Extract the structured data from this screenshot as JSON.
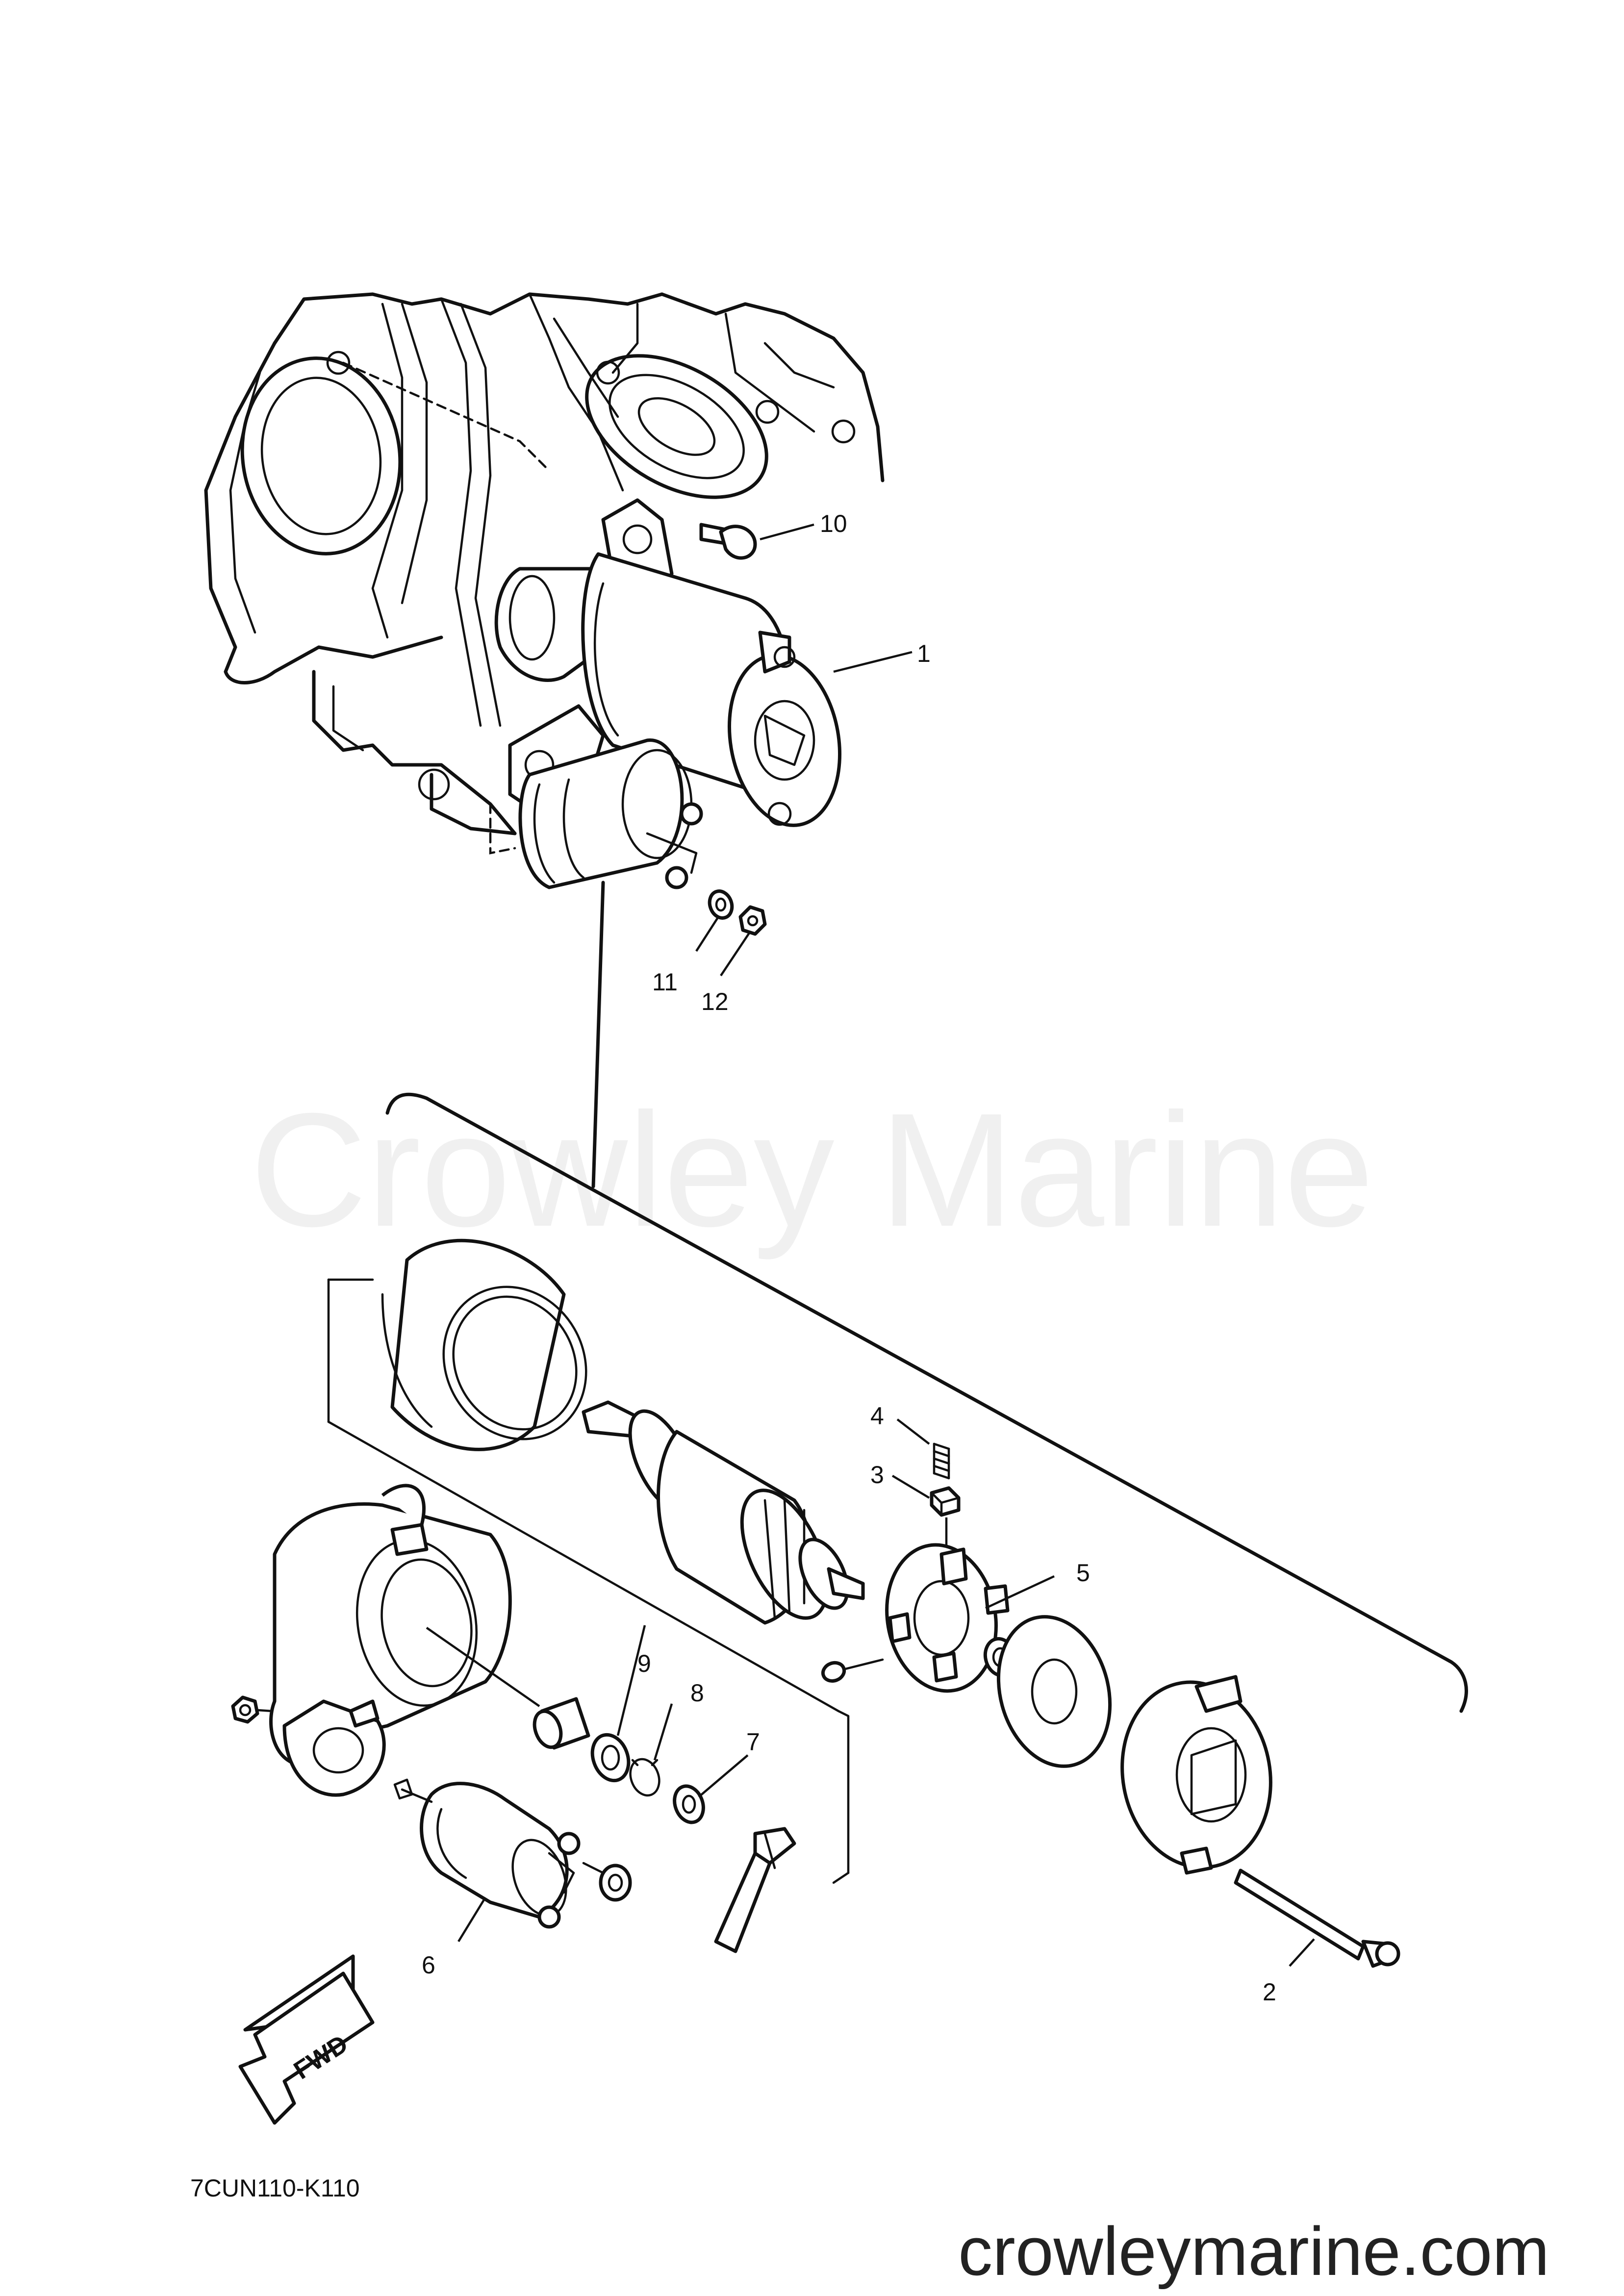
{
  "diagram": {
    "drawing_code": "7CUN110-K110",
    "direction_label": "FWD",
    "watermark": "Crowley Marine",
    "website": "crowleymarine.com",
    "callouts": [
      {
        "id": "10",
        "part": "bolt"
      },
      {
        "id": "1",
        "part": "starter-motor"
      },
      {
        "id": "11",
        "part": "lock-washer"
      },
      {
        "id": "12",
        "part": "nut"
      },
      {
        "id": "4",
        "part": "brush-spring"
      },
      {
        "id": "3",
        "part": "brush"
      },
      {
        "id": "5",
        "part": "brush-holder"
      },
      {
        "id": "9",
        "part": "washer"
      },
      {
        "id": "8",
        "part": "circlip"
      },
      {
        "id": "7",
        "part": "washer"
      },
      {
        "id": "6",
        "part": "solenoid"
      },
      {
        "id": "2",
        "part": "through-bolt"
      }
    ]
  }
}
